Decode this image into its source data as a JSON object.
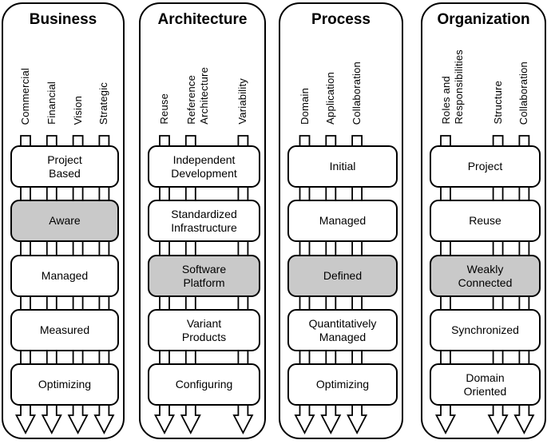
{
  "diagram": {
    "colors": {
      "highlight_fill": "#c9c9c9",
      "box_fill": "#ffffff",
      "line": "#000000"
    },
    "columns": [
      {
        "title": "Business",
        "lanes": [
          {
            "label": "Commercial",
            "slot": 0
          },
          {
            "label": "Financial",
            "slot": 1
          },
          {
            "label": "Vision",
            "slot": 2
          },
          {
            "label": "Strategic",
            "slot": 3
          }
        ],
        "levels": [
          {
            "label": "Project\nBased",
            "highlighted": false
          },
          {
            "label": "Aware",
            "highlighted": true
          },
          {
            "label": "Managed",
            "highlighted": false
          },
          {
            "label": "Measured",
            "highlighted": false
          },
          {
            "label": "Optimizing",
            "highlighted": false
          }
        ]
      },
      {
        "title": "Architecture",
        "lanes": [
          {
            "label": "Reuse",
            "slot": 0
          },
          {
            "label": "Reference\nArchitecture",
            "slot": 1
          },
          {
            "label": "Variability",
            "slot": 3
          }
        ],
        "levels": [
          {
            "label": "Independent\nDevelopment",
            "highlighted": false
          },
          {
            "label": "Standardized\nInfrastructure",
            "highlighted": false
          },
          {
            "label": "Software\nPlatform",
            "highlighted": true
          },
          {
            "label": "Variant\nProducts",
            "highlighted": false
          },
          {
            "label": "Configuring",
            "highlighted": false
          }
        ]
      },
      {
        "title": "Process",
        "lanes": [
          {
            "label": "Domain",
            "slot": 0
          },
          {
            "label": "Application",
            "slot": 1
          },
          {
            "label": "Collaboration",
            "slot": 2
          }
        ],
        "levels": [
          {
            "label": "Initial",
            "highlighted": false
          },
          {
            "label": "Managed",
            "highlighted": false
          },
          {
            "label": "Defined",
            "highlighted": true
          },
          {
            "label": "Quantitatively\nManaged",
            "highlighted": false
          },
          {
            "label": "Optimizing",
            "highlighted": false
          }
        ]
      },
      {
        "title": "Organization",
        "lanes": [
          {
            "label": "Roles and\nResponsibilities",
            "slot": 0
          },
          {
            "label": "Structure",
            "slot": 2
          },
          {
            "label": "Collaboration",
            "slot": 3
          }
        ],
        "levels": [
          {
            "label": "Project",
            "highlighted": false
          },
          {
            "label": "Reuse",
            "highlighted": false
          },
          {
            "label": "Weakly\nConnected",
            "highlighted": true
          },
          {
            "label": "Synchronized",
            "highlighted": false
          },
          {
            "label": "Domain\nOriented",
            "highlighted": false
          }
        ]
      }
    ]
  }
}
